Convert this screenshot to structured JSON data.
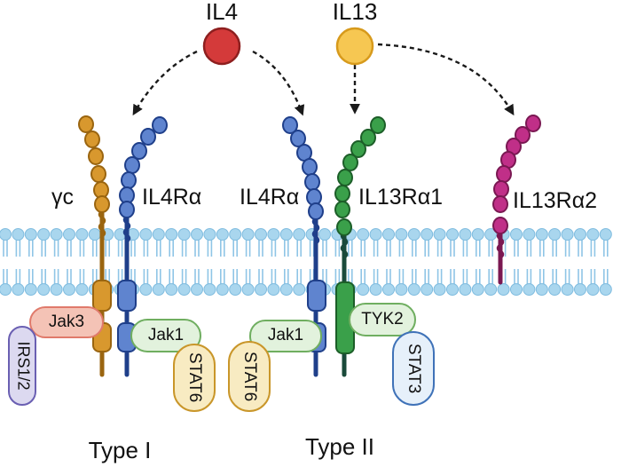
{
  "ligands": [
    {
      "id": "il4",
      "label": "IL4",
      "color": "#d43a3a",
      "stroke": "#8e1f1f"
    },
    {
      "id": "il13",
      "label": "IL13",
      "color": "#f6c752",
      "stroke": "#d79a1c"
    }
  ],
  "receptors": {
    "gamma_c": {
      "label": "γc",
      "color": "#d8982e",
      "stroke": "#9a6510"
    },
    "il4ra_1": {
      "label": "IL4Rα",
      "color": "#5f84cf",
      "stroke": "#1f3f8a"
    },
    "il4ra_2": {
      "label": "IL4Rα",
      "color": "#5f84cf",
      "stroke": "#1f3f8a"
    },
    "il13ra1": {
      "label": "IL13Rα1",
      "color": "#3aa04a",
      "stroke": "#1c5e28"
    },
    "il13ra2": {
      "label": "IL13Rα2",
      "color": "#c02f88",
      "stroke": "#7a1852"
    }
  },
  "signaling": {
    "jak3": {
      "label": "Jak3",
      "fill": "#f4c3b6",
      "stroke": "#e07a6b"
    },
    "irs": {
      "label": "IRS1/2",
      "fill": "#dcd9f0",
      "stroke": "#6a5fb2"
    },
    "jak1_1": {
      "label": "Jak1",
      "fill": "#e2f2dd",
      "stroke": "#6fae60"
    },
    "stat6_1": {
      "label": "STAT6",
      "fill": "#f8ebc2",
      "stroke": "#c9962a"
    },
    "jak1_2": {
      "label": "Jak1",
      "fill": "#e2f2dd",
      "stroke": "#6fae60"
    },
    "stat6_2": {
      "label": "STAT6",
      "fill": "#f8ebc2",
      "stroke": "#c9962a"
    },
    "tyk2": {
      "label": "TYK2",
      "fill": "#e2f2dd",
      "stroke": "#6fae60"
    },
    "stat3": {
      "label": "STAT3",
      "fill": "#e6f0fa",
      "stroke": "#3f72b8"
    }
  },
  "complexes": {
    "type1": {
      "label": "Type I"
    },
    "type2": {
      "label": "Type II"
    }
  },
  "membrane": {
    "head_color": "#a9d6ee",
    "head_stroke": "#7fbcdf",
    "tail_color": "#8fc5e6"
  }
}
